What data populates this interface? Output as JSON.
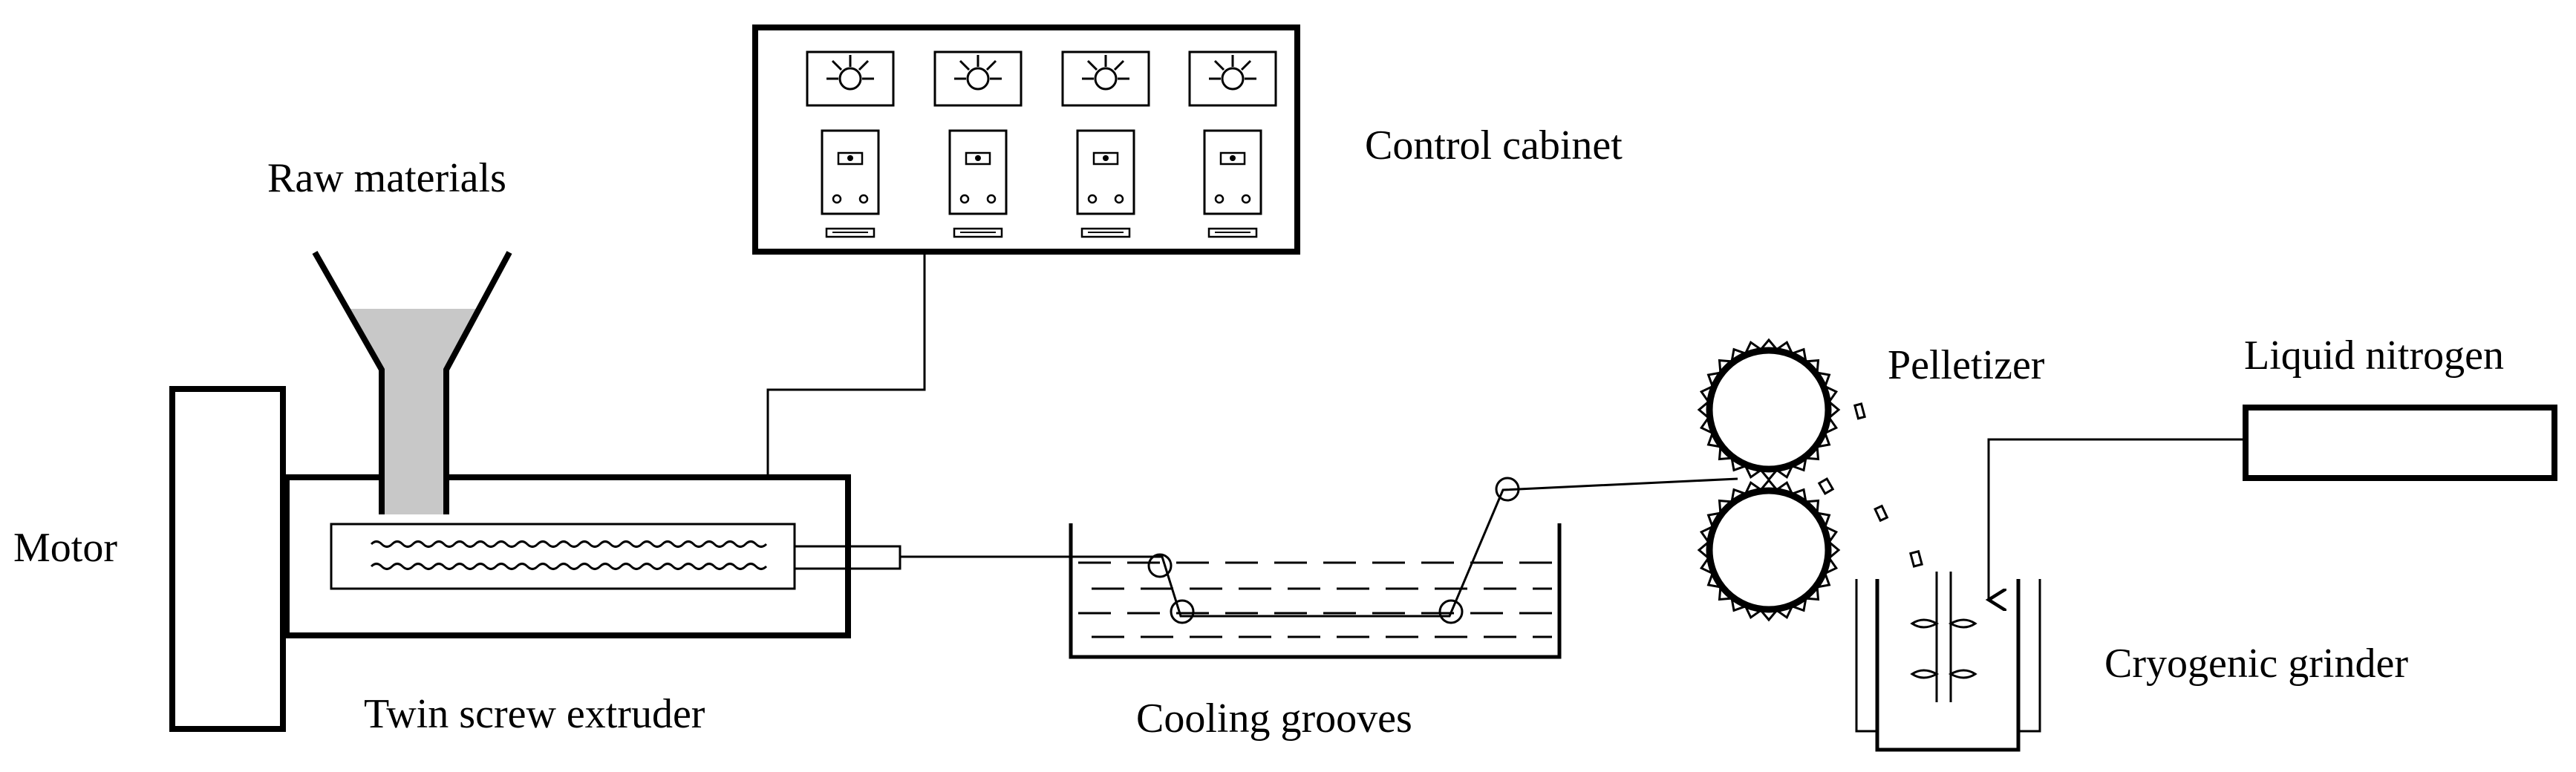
{
  "labels": {
    "raw_materials": "Raw materials",
    "control_cabinet": "Control cabinet",
    "motor": "Motor",
    "twin_screw_extruder": "Twin screw extruder",
    "cooling_grooves": "Cooling grooves",
    "pelletizer": "Pelletizer",
    "liquid_nitrogen": "Liquid nitrogen",
    "cryogenic_grinder": "Cryogenic grinder"
  },
  "colors": {
    "line": "#000000",
    "hopper_fill": "#c8c8c8",
    "background": "#ffffff"
  },
  "control_cabinet_units": 4
}
